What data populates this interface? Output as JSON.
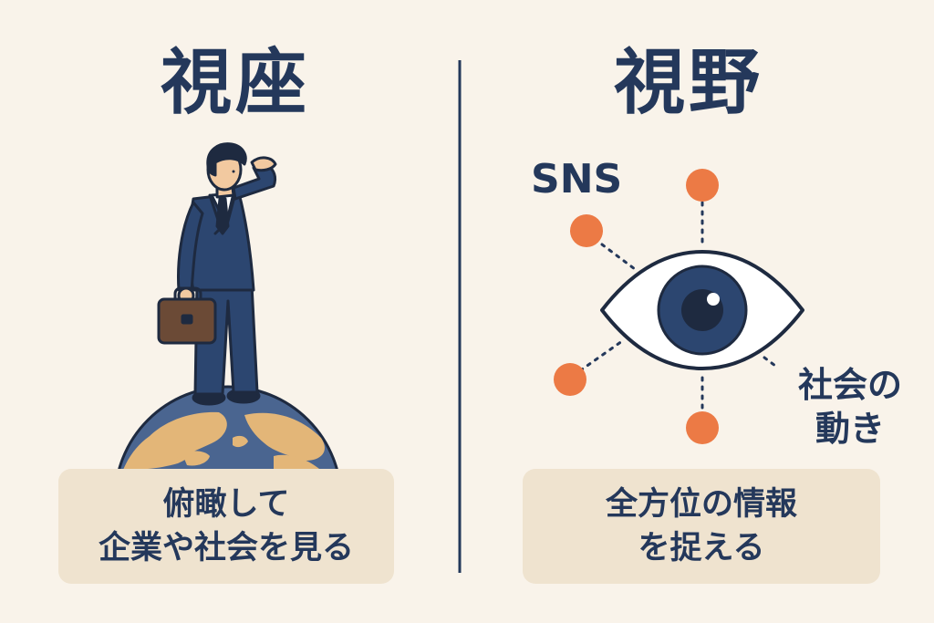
{
  "left_panel": {
    "heading": "視座",
    "caption": [
      "俯瞰して",
      "企業や社会を見る"
    ]
  },
  "right_panel": {
    "heading": "視野",
    "label_sns": "SNS",
    "label_society": [
      "社会の",
      "動き"
    ],
    "caption": [
      "全方位の情報",
      "を捉える"
    ]
  },
  "colors": {
    "background": "#f9f3ea",
    "text": "#24385b",
    "suit": "#2c4670",
    "accent_orange": "#ec7a45",
    "caption_box": "#efe3cf",
    "globe_ocean": "#4a6590",
    "globe_land": "#e3b678"
  },
  "icons": [
    "businessman-illustration",
    "globe-illustration",
    "briefcase-icon",
    "eye-icon"
  ]
}
